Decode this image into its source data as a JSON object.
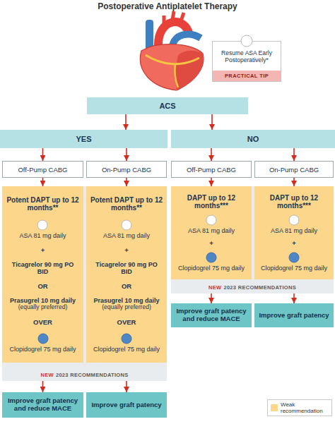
{
  "diagram": {
    "title": "Postoperative Antiplatelet Therapy",
    "nodes": [
      {
        "text": [
          "Resume ASA Early Postoperatively*",
          "PRACTICAL TIP"
        ]
      },
      {
        "text": [
          "ACS"
        ]
      },
      {
        "text": [
          "YES"
        ]
      },
      {
        "text": [
          "NO"
        ]
      },
      {
        "text": [
          "Off-Pump CABG"
        ]
      },
      {
        "text": [
          "On-Pump CABG"
        ]
      },
      {
        "text": [
          "Off-Pump CABG"
        ]
      },
      {
        "text": [
          "On-Pump CABG"
        ]
      },
      {
        "text": [
          "NEW",
          "2023 RECOMMENDATIONS"
        ]
      },
      {
        "text": [
          "Potent DAPT up to 12 months**",
          "ASA 81 mg daily",
          "+",
          "Ticagrelor 90 mg PO BID",
          "OR",
          "Prasugrel 10 mg daily",
          "(equally preferred)",
          "OVER",
          "Clopidogrel 75 mg daily"
        ],
        "in": 8
      },
      {
        "text": [
          "Potent DAPT up to 12 months**",
          "ASA 81 mg daily",
          "+",
          "Ticagrelor 90 mg PO BID",
          "OR",
          "Prasugrel 10 mg daily",
          "(equally preferred)",
          "OVER",
          "Clopidogrel 75 mg daily"
        ],
        "in": 8
      },
      {
        "text": [
          "NEW",
          "2023 RECOMMENDATIONS"
        ]
      },
      {
        "text": [
          "DAPT up to 12 months***",
          "ASA 81 mg daily",
          "+",
          "Clopidogrel 75 mg daily"
        ],
        "in": 11
      },
      {
        "text": [
          "DAPT up to 12 months***",
          "ASA 81 mg daily",
          "+",
          "Clopidogrel 75 mg daily"
        ],
        "in": 11
      },
      {
        "text": [
          "Improve graft patency and reduce MACE"
        ]
      },
      {
        "text": [
          "Improve graft patency"
        ]
      },
      {
        "text": [
          "Improve graft patency and reduce MACE"
        ]
      },
      {
        "text": [
          "Improve graft patency"
        ]
      }
    ],
    "edges": [
      {
        "from": 1,
        "to": 2,
        "arrow": "to"
      },
      {
        "from": 1,
        "to": 3,
        "arrow": "to"
      },
      {
        "from": 2,
        "to": 4,
        "arrow": "to"
      },
      {
        "from": 2,
        "to": 5,
        "arrow": "to"
      },
      {
        "from": 3,
        "to": 6,
        "arrow": "to"
      },
      {
        "from": 3,
        "to": 7,
        "arrow": "to"
      },
      {
        "from": 4,
        "to": 9,
        "arrow": "to"
      },
      {
        "from": 5,
        "to": 10,
        "arrow": "to"
      },
      {
        "from": 6,
        "to": 12,
        "arrow": "to"
      },
      {
        "from": 7,
        "to": 13,
        "arrow": "to"
      },
      {
        "from": 9,
        "to": 14,
        "arrow": "to"
      },
      {
        "from": 10,
        "to": 15,
        "arrow": "to"
      },
      {
        "from": 12,
        "to": 16,
        "arrow": "to"
      },
      {
        "from": 13,
        "to": 17,
        "arrow": "to"
      }
    ],
    "legend": [
      {
        "text": "Weak recommendation",
        "color": "#fcd68a"
      }
    ]
  }
}
